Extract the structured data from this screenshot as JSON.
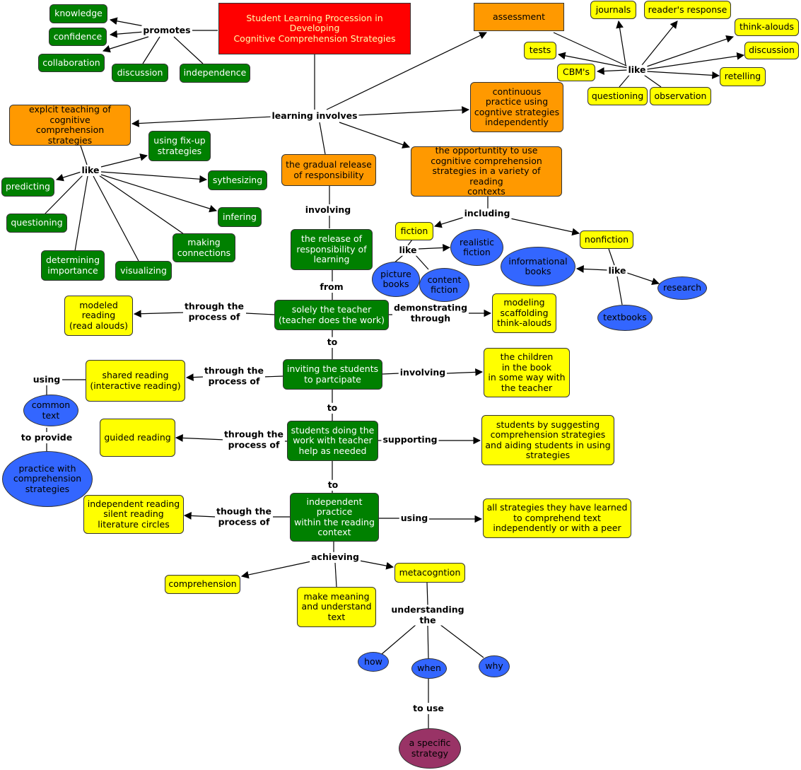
{
  "nodes": {
    "title": "Student Learning Procession in Developing\nCognitive Comprehension Strategies",
    "knowledge": "knowledge",
    "confidence": "confidence",
    "collaboration": "collaboration",
    "discussion_p": "discussion",
    "independence": "independence",
    "assessment": "assessment",
    "journals": "journals",
    "readers_response": "reader's response",
    "think_alouds_a": "think-alouds",
    "tests": "tests",
    "discussion_a": "discussion",
    "cbms": "CBM's",
    "retelling": "retelling",
    "questioning_a": "questioning",
    "observation": "observation",
    "explicit": "explcit teaching of\ncognitive\ncomprehension strategies",
    "continuous": "continuous\npractice using\ncogntive strategies\nindependently",
    "fixup": "using fix-up\nstrategies",
    "predicting": "predicting",
    "sythesizing": "sythesizing",
    "infering": "infering",
    "questioning_s": "questioning",
    "making_connections": "making\nconnections",
    "determining": "determining\nimportance",
    "visualizing": "visualizing",
    "gradual": "the gradual release\nof responsibility",
    "opportunity": "the opportuntity to use\ncognitive comprehension\nstrategies in a variety of reading\ncontexts",
    "fiction": "fiction",
    "nonfiction": "nonfiction",
    "realistic": "realistic\nfiction",
    "picture_books": "picture\nbooks",
    "content_fiction": "content\nfiction",
    "informational": "informational\nbooks",
    "research": "research",
    "textbooks": "textbooks",
    "release": "the release of\nresponsibility of\nlearning",
    "solely": "solely the teacher\n(teacher does the work)",
    "modeled": "modeled\nreading\n(read alouds)",
    "modeling": "modeling\nscaffolding\nthink-alouds",
    "inviting": "inviting the students\nto partcipate",
    "shared": "shared reading\n(interactive reading)",
    "children": "the children\nin the book\nin some way with\nthe teacher",
    "common_text": "common\ntext",
    "practice": "practice with\ncomprehension\nstrategies",
    "guided": "guided reading",
    "students_doing": "students doing the\nwork with teacher\nhelp as needed",
    "students_suggesting": "students by suggesting\ncomprehension strategies\nand aiding students in using\nstrategies",
    "independent_practice": "independent\npractice\nwithin the reading\ncontext",
    "independent_reading": "independent reading\nsilent reading\nliterature circles",
    "all_strategies": "all strategies they have learned\nto comprehend text\nindependently or with a peer",
    "comprehension": "comprehension",
    "make_meaning": "make meaning\nand understand\ntext",
    "metacognition": "metacogntion",
    "how": "how",
    "when": "when",
    "why": "why",
    "specific": "a specific\nstrategy"
  },
  "labels": {
    "promotes": "promotes",
    "learning_involves": "learning involves",
    "like_a": "like",
    "like_s": "like",
    "involving_g": "involving",
    "including": "including",
    "like_f": "like",
    "like_n": "like",
    "from": "from",
    "through_modeled": "through the\nprocess of",
    "demonstrating": "demonstrating\nthrough",
    "to_1": "to",
    "through_shared": "through the\nprocess of",
    "involving_c": "involving",
    "using_ct": "using",
    "to_provide": "to provide",
    "to_2": "to",
    "through_guided": "through the\nprocess of",
    "supporting": "supporting",
    "to_3": "to",
    "though_ir": "though the\nprocess of",
    "using_all": "using",
    "achieving": "achieving",
    "understanding": "understanding\nthe",
    "to_use": "to use"
  }
}
